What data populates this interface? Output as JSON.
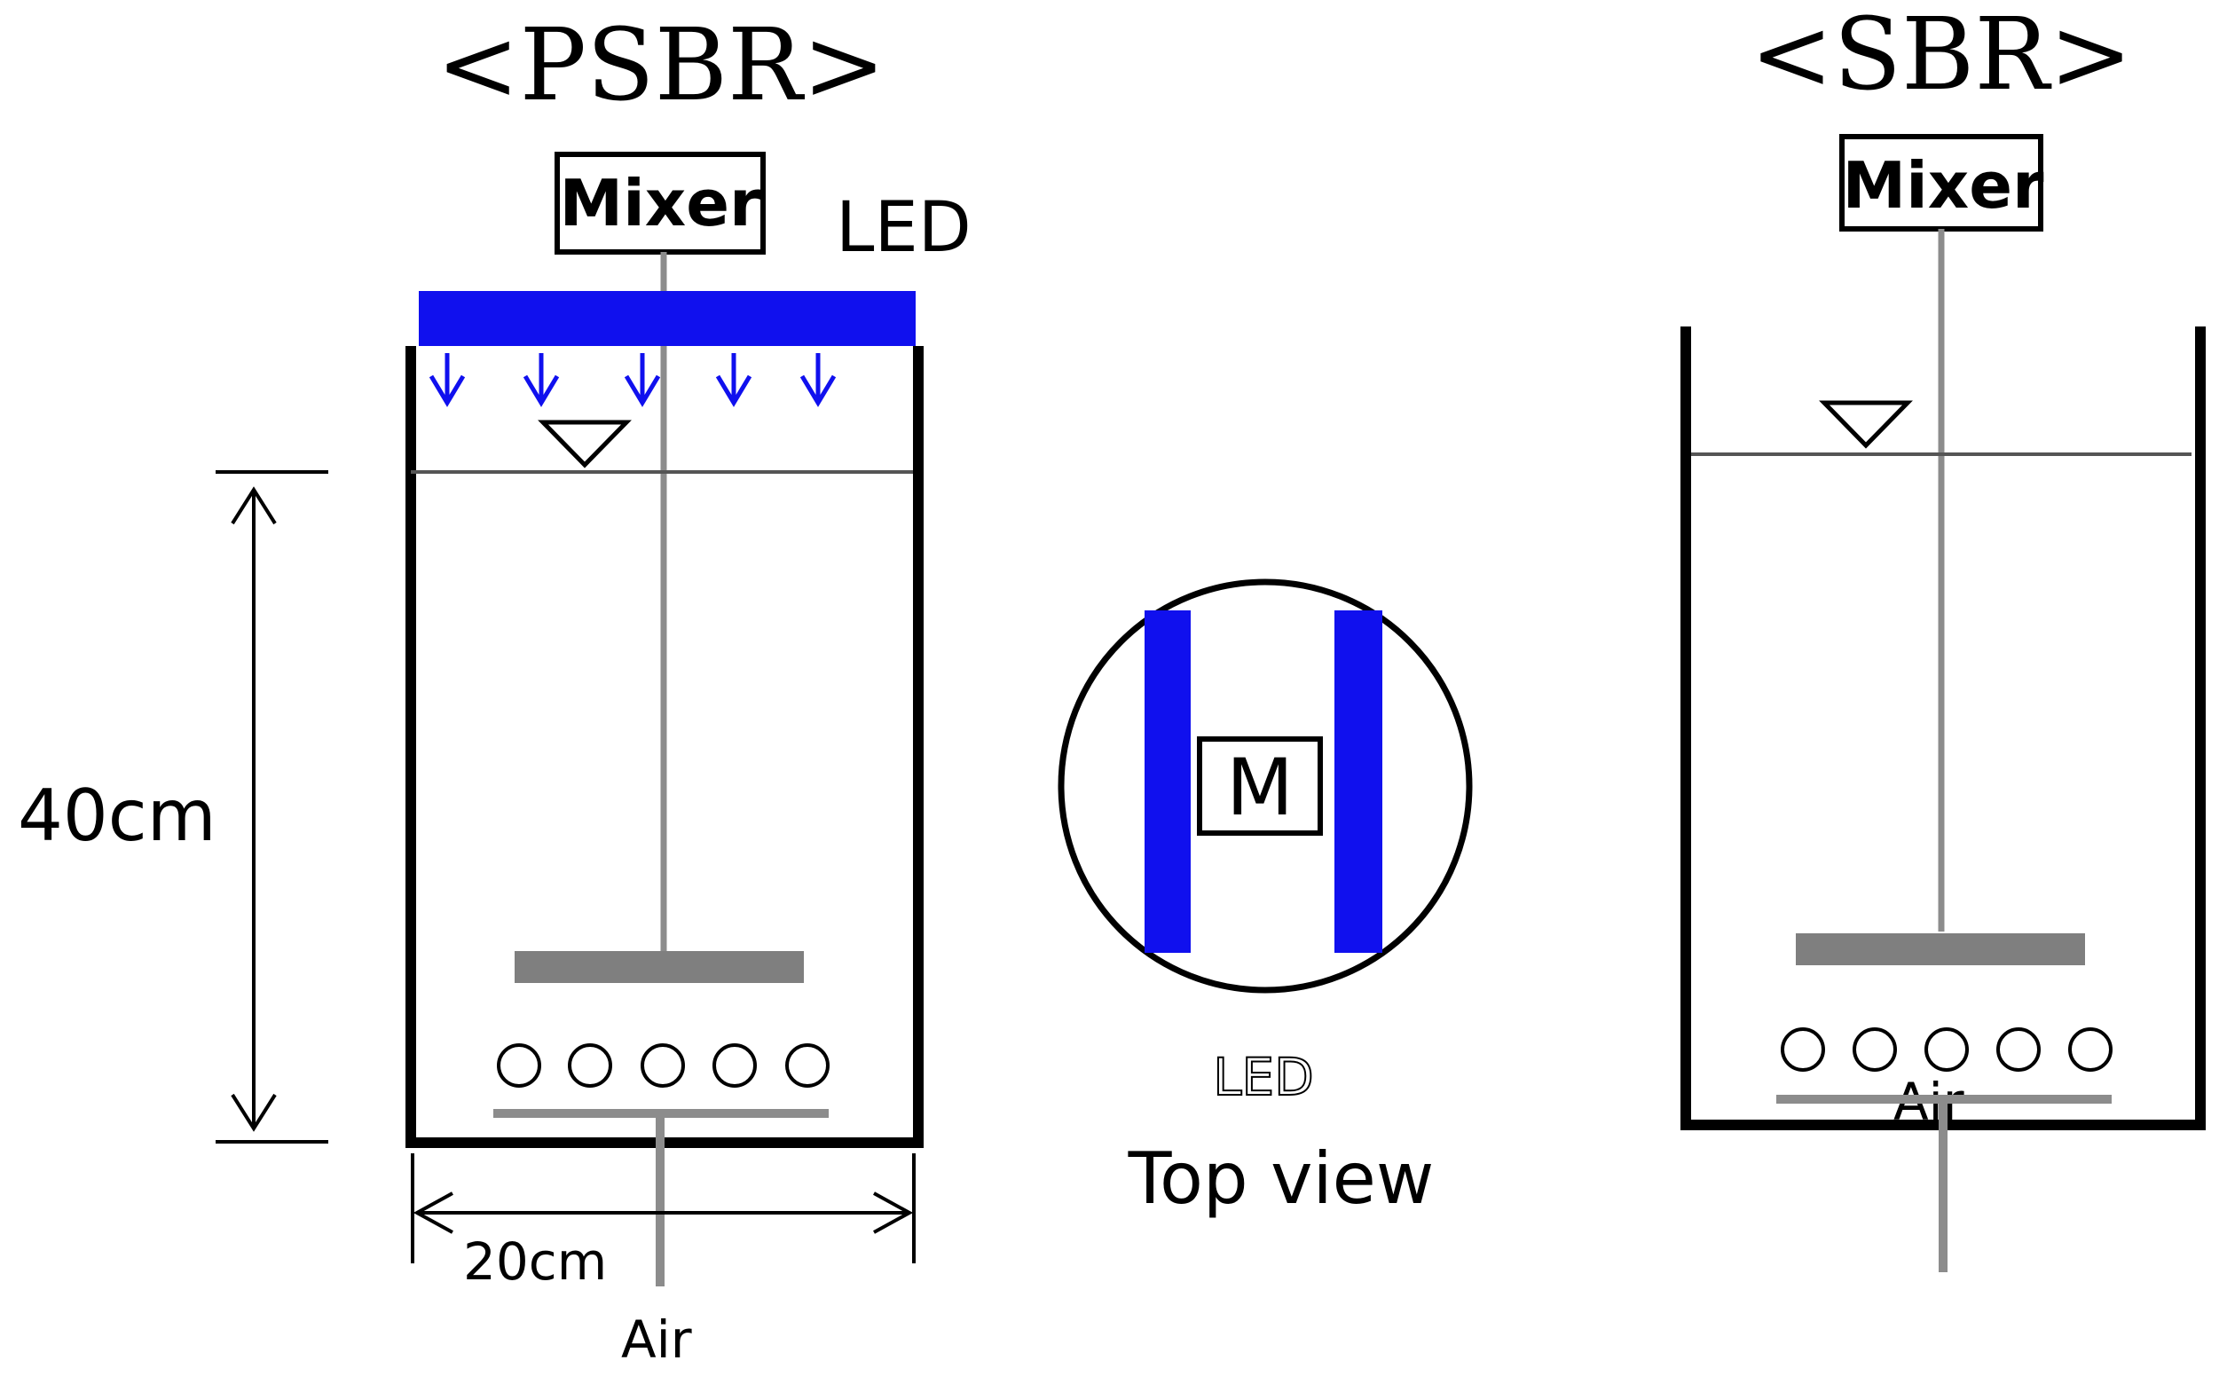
{
  "psbr": {
    "title": "<PSBR>",
    "mixer_label": "Mixer",
    "led_label": "LED",
    "height_label": "40cm",
    "width_label": "20cm",
    "air_label": "Air"
  },
  "top_view": {
    "motor_label": "M",
    "led_label": "LED",
    "caption": "Top view"
  },
  "sbr": {
    "title": "<SBR>",
    "mixer_label": "Mixer",
    "air_label": "Air"
  },
  "colors": {
    "led_blue": "#1010ee",
    "shaft_gray": "#8c8c8c",
    "outline": "#000000"
  }
}
